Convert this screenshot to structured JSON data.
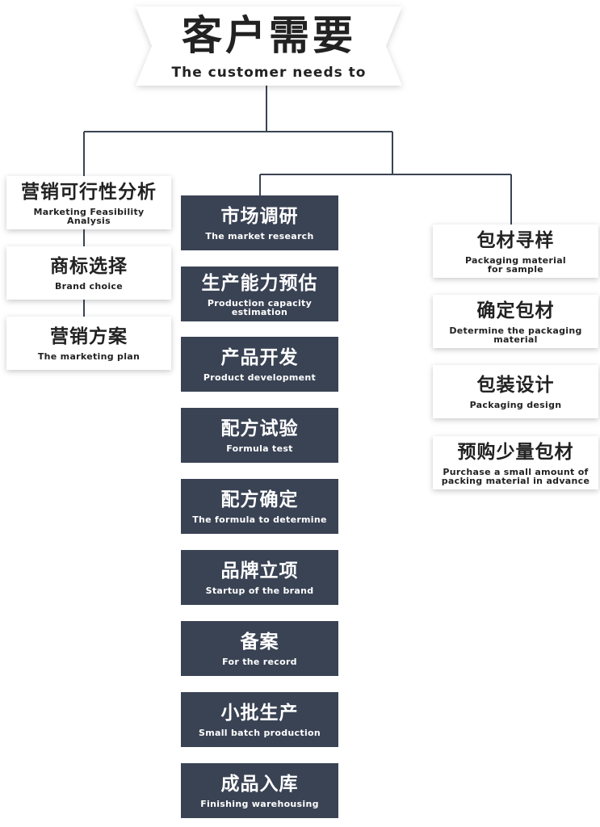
{
  "title": {
    "zh": "客户需要",
    "en": "The customer needs to"
  },
  "left_branch": [
    {
      "zh": "营销可行性分析",
      "en": "Marketing Feasibility\nAnalysis"
    },
    {
      "zh": "商标选择",
      "en": "Brand choice"
    },
    {
      "zh": "营销方案",
      "en": "The marketing plan"
    }
  ],
  "center_branch": [
    {
      "zh": "市场调研",
      "en": "The market research"
    },
    {
      "zh": "生产能力预估",
      "en": "Production capacity\nestimation"
    },
    {
      "zh": "产品开发",
      "en": "Product development"
    },
    {
      "zh": "配方试验",
      "en": "Formula test"
    },
    {
      "zh": "配方确定",
      "en": "The formula to determine"
    },
    {
      "zh": "品牌立项",
      "en": "Startup of the brand"
    },
    {
      "zh": "备案",
      "en": "For the record"
    },
    {
      "zh": "小批生产",
      "en": "Small batch production"
    },
    {
      "zh": "成品入库",
      "en": "Finishing warehousing"
    }
  ],
  "right_branch": [
    {
      "zh": "包材寻样",
      "en": "Packaging material\nfor sample"
    },
    {
      "zh": "确定包材",
      "en": "Determine the packaging\nmaterial"
    },
    {
      "zh": "包装设计",
      "en": "Packaging design"
    },
    {
      "zh": "预购少量包材",
      "en": "Purchase a small amount of\npacking material in advance"
    }
  ],
  "colors": {
    "dark_box": "#3a4354",
    "light_box": "#ffffff",
    "connector": "#3a4354",
    "text_dark": "#222222"
  }
}
